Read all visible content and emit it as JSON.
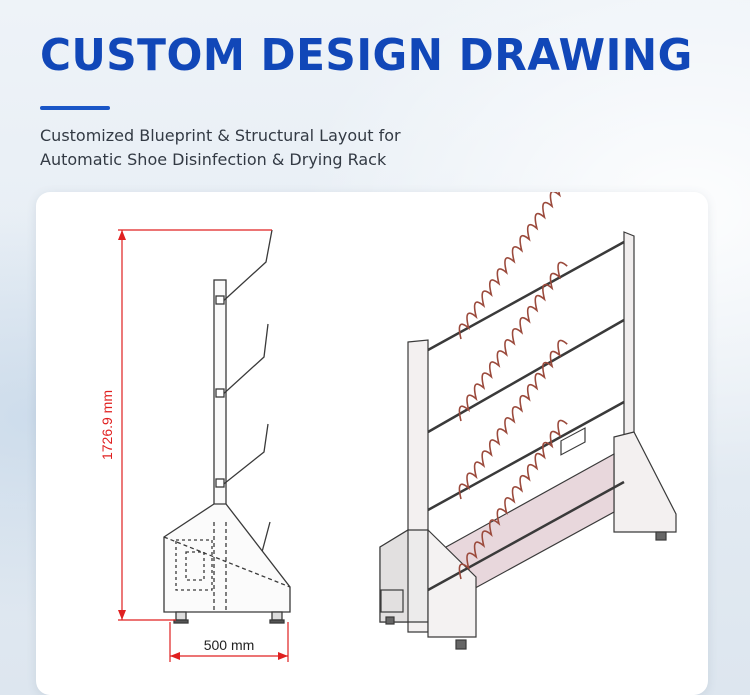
{
  "header": {
    "title": "CUSTOM DESIGN DRAWING",
    "subtitle_line1": "Customized Blueprint & Structural Layout for",
    "subtitle_line2": "Automatic Shoe Disinfection & Drying Rack"
  },
  "drawing": {
    "height_dimension": "1726.9 mm",
    "width_dimension": "500 mm"
  },
  "colors": {
    "title": "#1147b8",
    "accent": "#1a56c7",
    "dimension": "#e02020",
    "hook": "#b05a4a"
  }
}
